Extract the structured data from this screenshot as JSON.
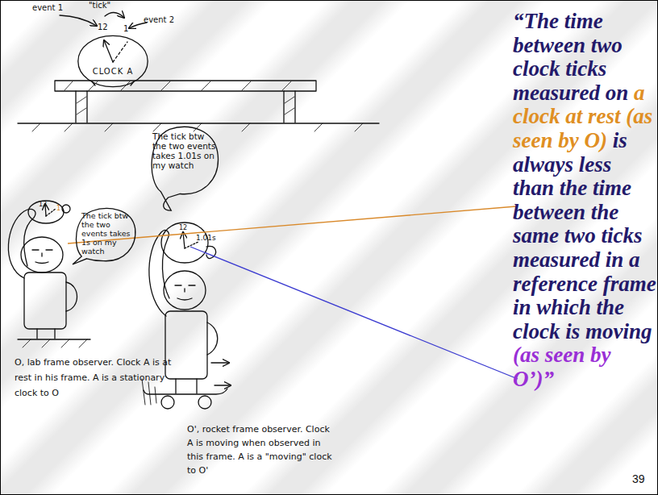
{
  "diagram": {
    "nodes": [
      {
        "text": [
          "CLOCK A"
        ]
      },
      {
        "text": [
          "The tick btw the two events takes 1s on my watch"
        ]
      },
      {
        "text": [
          "The tick btw the two events takes 1.01s on my watch"
        ]
      }
    ],
    "labels": [
      "event 1",
      "\"tick\"",
      "12",
      "1",
      "event 2",
      "12",
      "1",
      "12",
      "1.01s",
      "O, lab frame observer. Clock A is at rest in his frame. A is a stationary clock to O",
      "O', rocket frame observer. Clock A is moving when observed in this frame. A is a \"moving\" clock to O'",
      "“The time between two clock ticks measured on",
      "a clock at rest (as seen by O)",
      "is always less than the time between the same two ticks measured in a reference frame in which the clock is moving",
      "(as seen by O’)”",
      "39"
    ]
  }
}
